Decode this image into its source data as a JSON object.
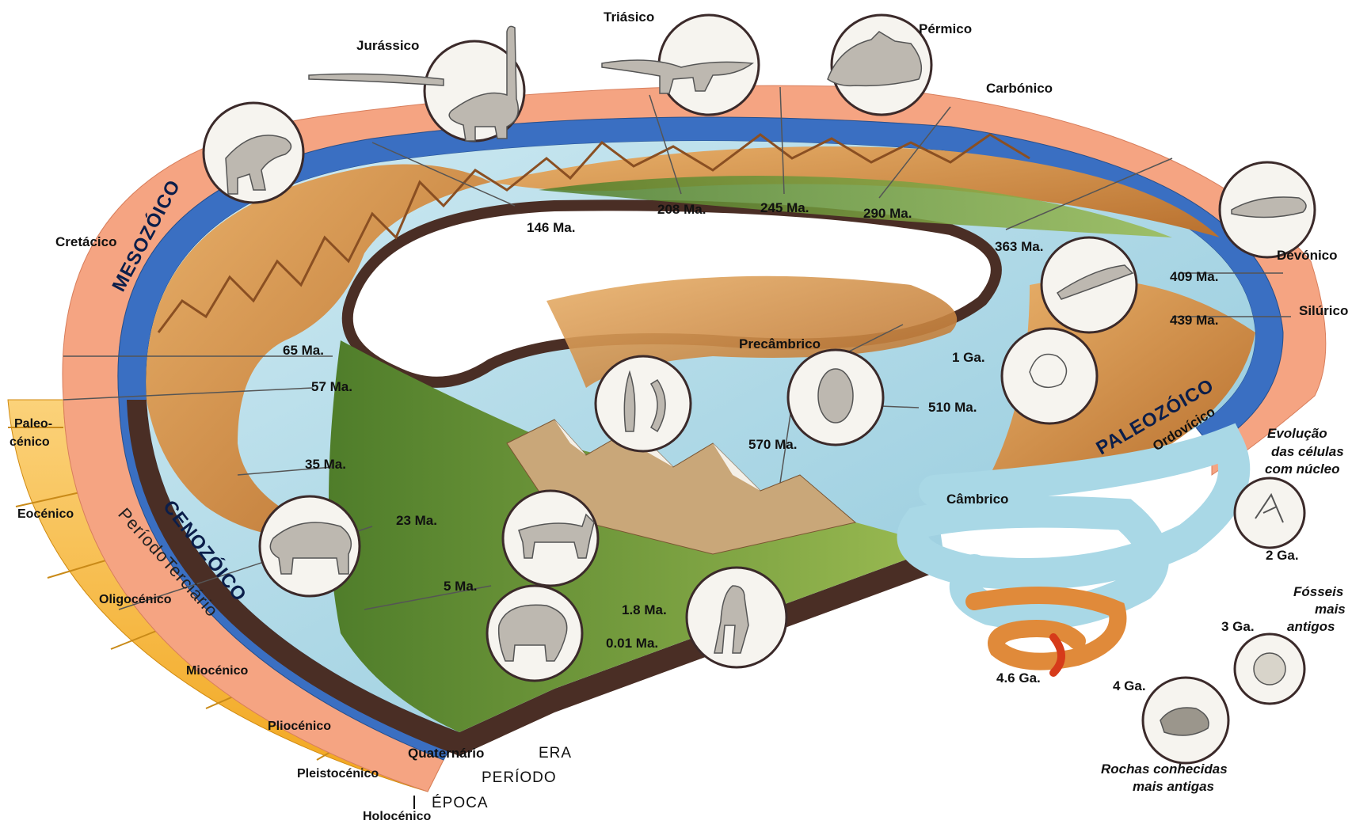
{
  "periods": {
    "jurassico": "Jurássico",
    "triasico": "Triásico",
    "permico": "Pérmico",
    "carbonico": "Carbónico",
    "cretacico": "Cretácico",
    "devonico": "Devónico",
    "silurico": "Silúrico",
    "ordovicico": "Ordovícico",
    "cambrico": "Câmbrico",
    "precambrico": "Precâmbrico",
    "quaternario": "Quaternário",
    "periodo_terciario": "PeríodoTerciário"
  },
  "eras": {
    "mesozoico": "MESOZÓICO",
    "paleozoico": "PALEOZÓICO",
    "cenozoico": "CENOZÓICO"
  },
  "epochs": {
    "paleocenico_1": "Paleo-",
    "paleocenico_2": "cénico",
    "eocenico": "Eocénico",
    "oligocenico": "Oligocénico",
    "miocenico": "Miocénico",
    "pliocenico": "Pliocénico",
    "pleistocenico": "Pleistocénico",
    "holocenico": "Holocénico"
  },
  "ages": {
    "a146": "146 Ma.",
    "a208": "208 Ma.",
    "a245": "245 Ma.",
    "a290": "290 Ma.",
    "a363": "363 Ma.",
    "a409": "409 Ma.",
    "a439": "439 Ma.",
    "a65": "65 Ma.",
    "a57": "57 Ma.",
    "a35": "35 Ma.",
    "a23": "23 Ma.",
    "a5": "5 Ma.",
    "a1_8": "1.8 Ma.",
    "a0_01": "0.01 Ma.",
    "a1ga": "1 Ga.",
    "a510": "510 Ma.",
    "a570": "570 Ma.",
    "a2ga": "2 Ga.",
    "a3ga": "3 Ga.",
    "a4ga": "4 Ga.",
    "a46ga": "4.6 Ga."
  },
  "notes": {
    "evolucao_1": "Evolução",
    "evolucao_2": "das células",
    "evolucao_3": "com núcleo",
    "fosseis_1": "Fósseis",
    "fosseis_2": "mais",
    "fosseis_3": "antigos",
    "rochas_1": "Rochas conhecidas",
    "rochas_2": "mais antigas"
  },
  "legend": {
    "era": "ERA",
    "periodo": "PERÍODO",
    "epoca": "ÉPOCA"
  },
  "colors": {
    "period_band": "#f5a482",
    "era_band": "#3a6fc2",
    "epoch_band": "#f8c24a",
    "sea": "#a9d8e6",
    "land": "#d9984d",
    "forest": "#6f9a3a",
    "slab_side": "#4a2e25"
  }
}
